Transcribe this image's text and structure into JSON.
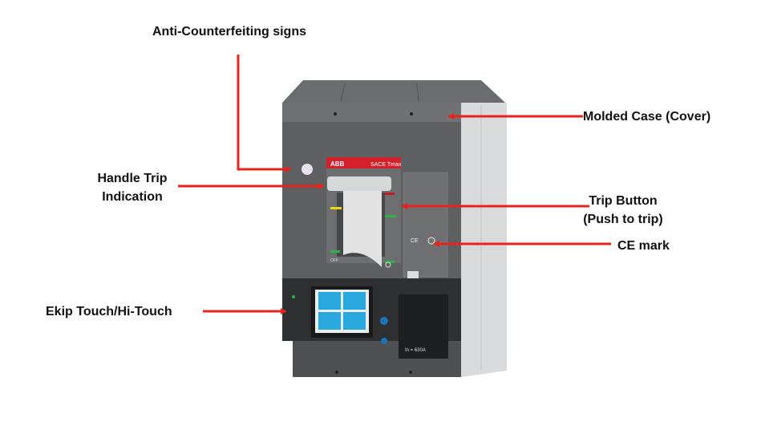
{
  "labels": {
    "anti_counterfeiting": "Anti-Counterfeiting signs",
    "molded_case": "Molded Case (Cover)",
    "handle_trip_line1": "Handle Trip",
    "handle_trip_line2": "Indication",
    "trip_button_line1": "Trip Button",
    "trip_button_line2": "(Push to trip)",
    "ce_mark": "CE mark",
    "ekip_touch": "Ekip Touch/Hi-Touch"
  },
  "device": {
    "brand": "ABB",
    "model": "SACE Tmax",
    "off_label": "OFF",
    "rating": "In = 630A"
  },
  "colors": {
    "arrow": "#e8231c",
    "body": "#5d5f61",
    "accent_red": "#d4202a",
    "screen_blue": "#29a8e0"
  }
}
